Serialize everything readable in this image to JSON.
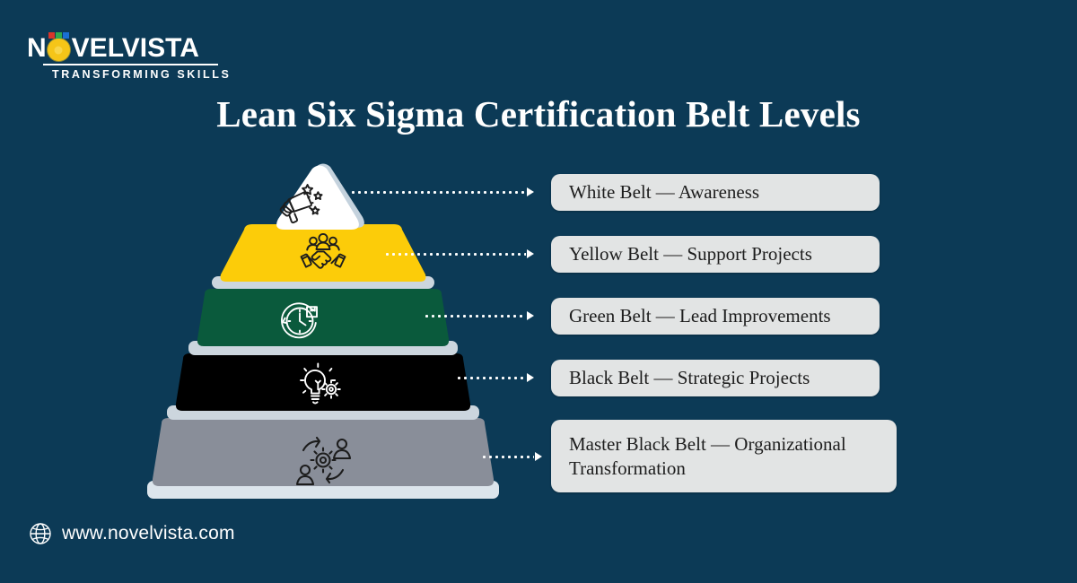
{
  "brand": {
    "name_part1": "N",
    "name_o": "O",
    "name_part2": "VELVISTA",
    "tagline": "TRANSFORMING SKILLS",
    "pixel_colors": [
      "#d8352a",
      "#2fa84f",
      "#1a6fd4"
    ],
    "accent_yellow": "#f5c518"
  },
  "title": "Lean Six Sigma Certification Belt Levels",
  "colors": {
    "background": "#0c3a56",
    "label_box": "#e2e4e4",
    "slab": "#ccd6de",
    "slab_light": "#dce5ec"
  },
  "pyramid": {
    "tiers": [
      {
        "belt": "White Belt",
        "color": "#ffffff",
        "icon": "megaphone-stars-icon",
        "icon_stroke": "#1d1d1d"
      },
      {
        "belt": "Yellow Belt",
        "color": "#fccc09",
        "icon": "handshake-team-icon",
        "icon_stroke": "#1d1d1d"
      },
      {
        "belt": "Green Belt",
        "color": "#0a5a3c",
        "icon": "clock-package-icon",
        "icon_stroke": "#ffffff"
      },
      {
        "belt": "Black Belt",
        "color": "#000000",
        "icon": "lightbulb-gear-icon",
        "icon_stroke": "#ffffff"
      },
      {
        "belt": "Master Black Belt",
        "color": "#898e99",
        "icon": "gear-people-transformation-icon",
        "icon_stroke": "#1d1d1d"
      }
    ]
  },
  "labels": [
    {
      "text": "White Belt — Awareness"
    },
    {
      "text": "Yellow Belt — Support Projects"
    },
    {
      "text": "Green Belt — Lead Improvements"
    },
    {
      "text": "Black Belt — Strategic Projects"
    },
    {
      "text": "Master Black Belt — Organizational Transformation"
    }
  ],
  "footer": {
    "icon": "globe-icon",
    "url": "www.novelvista.com"
  }
}
